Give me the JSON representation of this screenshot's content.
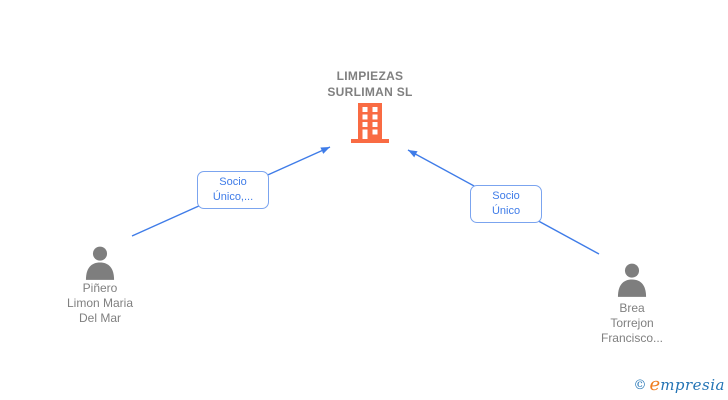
{
  "company": {
    "name_lines": [
      "LIMPIEZAS",
      "SURLIMAN SL"
    ]
  },
  "relations": [
    {
      "label": "Socio Único,..."
    },
    {
      "label": "Socio Único"
    }
  ],
  "shareholders": [
    {
      "name_lines": [
        "Piñero",
        "Limon Maria",
        "Del Mar"
      ]
    },
    {
      "name_lines": [
        "Brea",
        "Torrejon",
        "Francisco..."
      ]
    }
  ],
  "branding": {
    "copyright_symbol": "©",
    "logo_first_letter": "e",
    "logo_rest": "mpresia"
  },
  "colors": {
    "accent_orange": "#F96B43",
    "accent_blue": "#3F7CE8",
    "badge_border": "#7BA4EF",
    "text_gray": "#808080",
    "logo_blue": "#2374B5",
    "logo_orange": "#F07E1F"
  }
}
